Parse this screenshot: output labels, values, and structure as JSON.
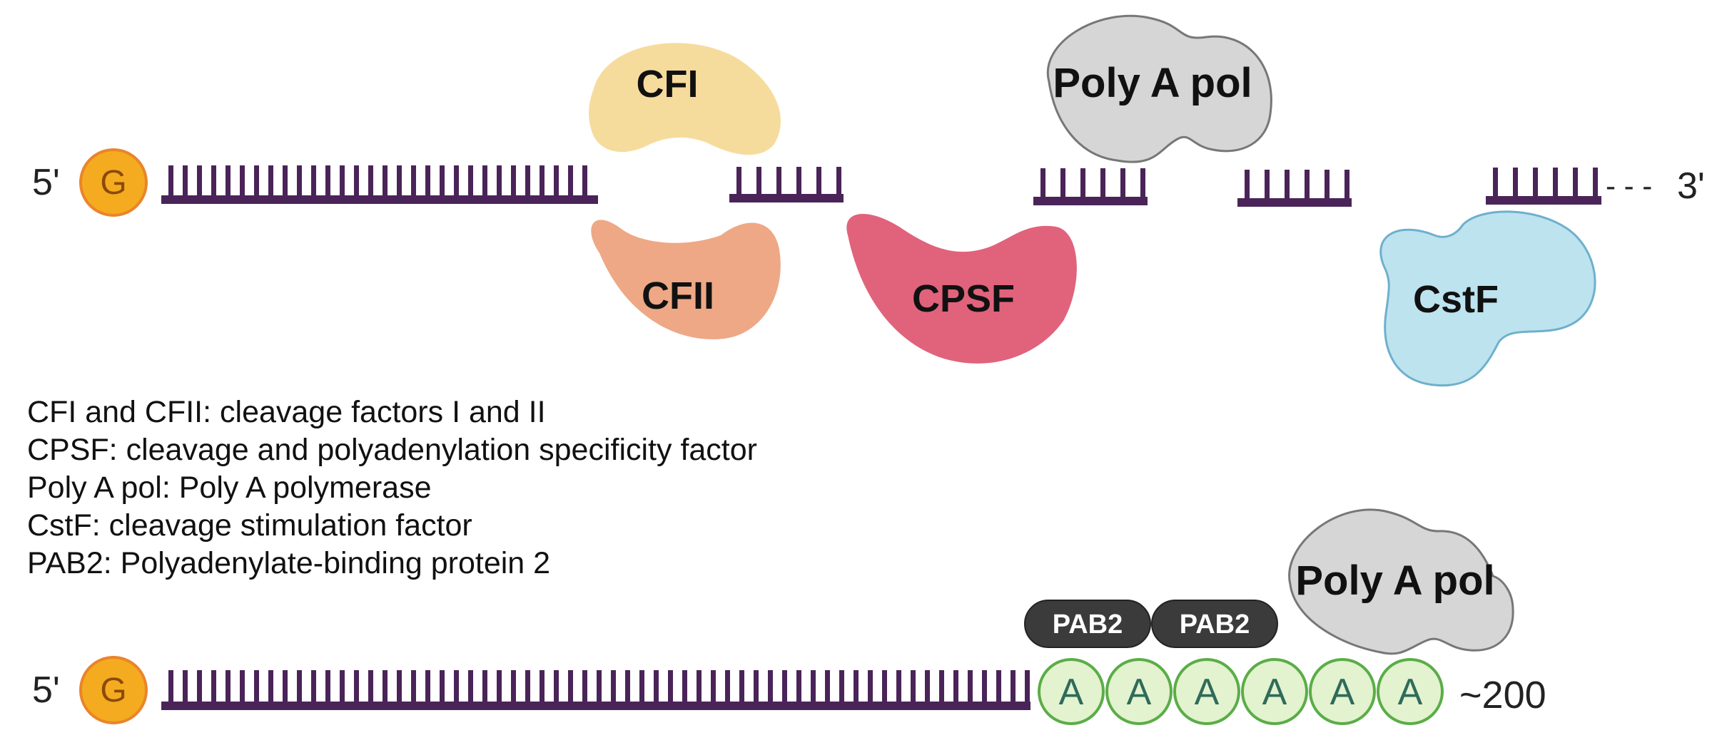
{
  "top_strand": {
    "five_prime": "5'",
    "cap": "G",
    "three_prime": "3'",
    "dashes": "- - -"
  },
  "proteins": {
    "cfi": "CFI",
    "cfii": "CFII",
    "cpsf": "CPSF",
    "polya_top": "Poly A pol",
    "cstf": "CstF"
  },
  "legend": [
    "CFI and CFII: cleavage factors I and II",
    "CPSF: cleavage and polyadenylation specificity factor",
    "Poly A pol: Poly A polymerase",
    "CstF: cleavage stimulation factor",
    "PAB2: Polyadenylate-binding protein 2"
  ],
  "bottom_strand": {
    "five_prime": "5'",
    "cap": "G",
    "pab": [
      "PAB2",
      "PAB2"
    ],
    "polya": "Poly A pol",
    "adenines": [
      "A",
      "A",
      "A",
      "A",
      "A",
      "A"
    ],
    "tail_length": "~200"
  },
  "colors": {
    "rna": "#4a2458",
    "cap_fill": "#f5ab1f",
    "cap_stroke": "#e9852a",
    "cfi": "#f6dc9c",
    "cfii": "#eea885",
    "cpsf": "#e0637b",
    "polya": "#d9d9d9",
    "cstf": "#bde3ef",
    "pab": "#3b3b3b",
    "adenine_fill": "#e3f2cf",
    "adenine_stroke": "#5aad47"
  }
}
